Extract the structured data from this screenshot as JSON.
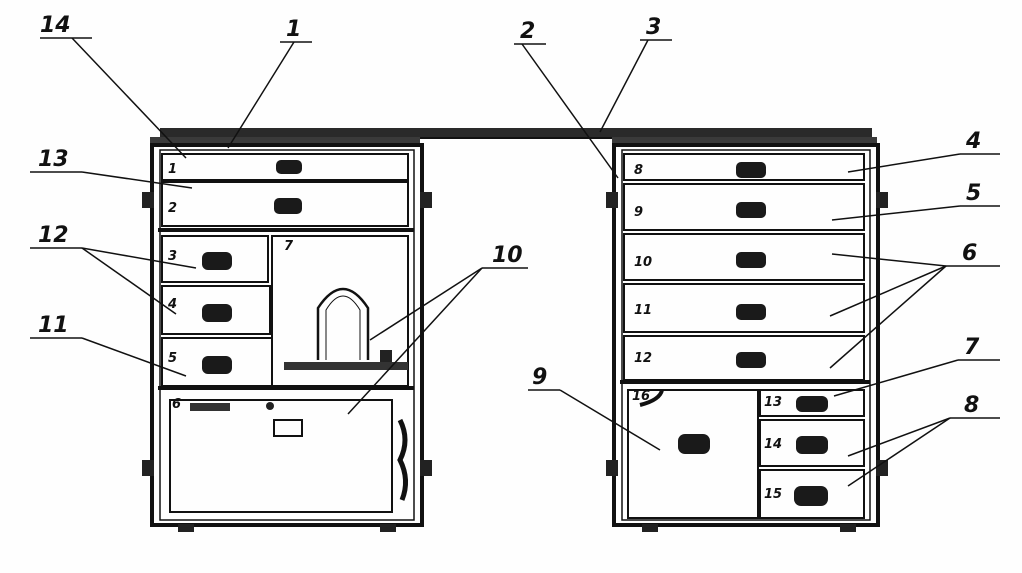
{
  "callouts": [
    "14",
    "1",
    "2",
    "3",
    "4",
    "13",
    "5",
    "12",
    "10",
    "6",
    "11",
    "7",
    "9",
    "8"
  ],
  "drawer_numbers": [
    "1",
    "2",
    "3",
    "4",
    "5",
    "6",
    "7",
    "8",
    "9",
    "10",
    "11",
    "12",
    "13",
    "14",
    "15",
    "16"
  ],
  "colors": {
    "ink": "#111111",
    "paper": "#fefefe",
    "top_board": "#2a2a2a",
    "handle": "#1a1a1a"
  }
}
